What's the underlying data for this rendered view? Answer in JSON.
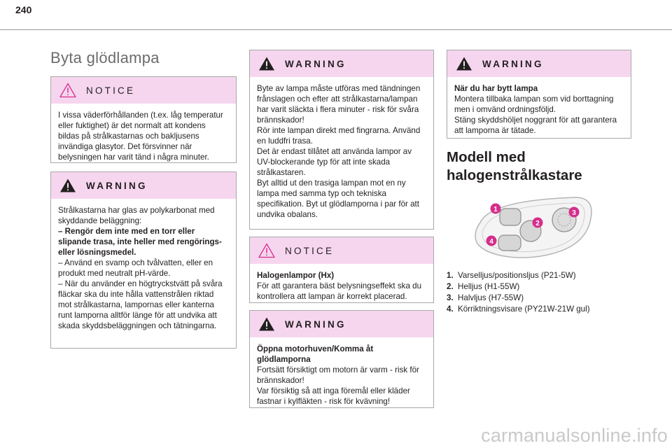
{
  "page_number": "240",
  "section_title": "Byta glödlampa",
  "column1": {
    "notice": {
      "label": "NOTICE",
      "text": "I vissa väderförhållanden (t.ex. låg temperatur eller fuktighet) är det normalt att kondens bildas på strålkastarnas och bakljusens invändiga glasytor. Det försvinner när belysningen har varit tänd i några minuter."
    },
    "warning": {
      "label": "WARNING",
      "line1": "Strålkastarna har glas av polykarbonat med skyddande beläggning:",
      "line2": "–  Rengör dem inte med en torr eller slipande trasa, inte heller med rengörings- eller lösningsmedel.",
      "line3": "–  Använd en svamp och tvålvatten, eller en produkt med neutralt pH-värde.",
      "line4": "–  När du använder en högtryckstvätt på svåra fläckar ska du inte hålla vattenstrålen riktad mot strålkastarna, lampornas eller kanterna runt lamporna alltför länge för att undvika att skada skyddsbeläggningen och tätningarna."
    }
  },
  "column2": {
    "warning1": {
      "label": "WARNING",
      "p1": "Byte av lampa måste utföras med tändningen frånslagen och efter att strålkastarna/lampan har varit släckta i flera minuter - risk för svåra brännskador!",
      "p2": "Rör inte lampan direkt med fingrarna. Använd en luddfri trasa.",
      "p3": "Det är endast tillåtet att använda lampor av UV-blockerande typ för att inte skada strålkastaren.",
      "p4": "Byt alltid ut den trasiga lampan mot en ny lampa med samma typ och tekniska specifikation. Byt ut glödlamporna i par för att undvika obalans."
    },
    "notice": {
      "label": "NOTICE",
      "heading": "Halogenlampor (Hx)",
      "text": "För att garantera bäst belysningseffekt ska du kontrollera att lampan är korrekt placerad."
    },
    "warning2": {
      "label": "WARNING",
      "heading": "Öppna motorhuven/Komma åt glödlamporna",
      "p1": "Fortsätt försiktigt om motorn är varm - risk för brännskador!",
      "p2": "Var försiktig så att inga föremål eller kläder fastnar i kylfläkten - risk för kvävning!"
    }
  },
  "column3": {
    "warning": {
      "label": "WARNING",
      "heading": "När du har bytt lampa",
      "p1": "Montera tillbaka lampan som vid borttagning men i omvänd ordningsföljd.",
      "p2": "Stäng skyddshöljet noggrant för att garantera att lamporna är tätade."
    },
    "model_title": "Modell med halogenstrålkastare",
    "figure": {
      "callouts": [
        "1",
        "2",
        "3",
        "4"
      ],
      "callout_color": "#d62d8c"
    },
    "legend": [
      {
        "num": "1.",
        "text": "Varselljus/positionsljus (P21-5W)"
      },
      {
        "num": "2.",
        "text": "Helljus (H1-55W)"
      },
      {
        "num": "3.",
        "text": "Halvljus (H7-55W)"
      },
      {
        "num": "4.",
        "text": "Körriktningsvisare (PY21W-21W gul)"
      }
    ]
  },
  "watermark": "carmanualsonline.info",
  "colors": {
    "box_header_bg": "#f6d6ef",
    "notice_icon": "#d62d8c",
    "warning_icon": "#231f20"
  },
  "icons": {
    "notice": "notice-triangle-icon",
    "warning": "warning-triangle-icon"
  }
}
